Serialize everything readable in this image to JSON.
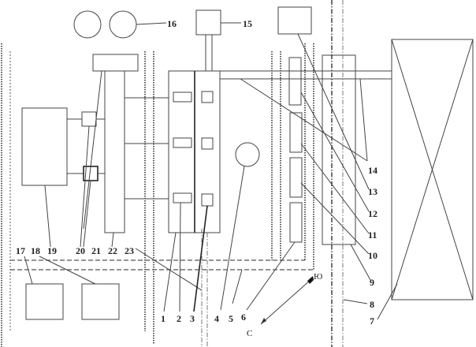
{
  "figure": {
    "type": "schematic plan diagram",
    "labels": {
      "l1": "1",
      "l2": "2",
      "l3": "3",
      "l4": "4",
      "l5": "5",
      "l6": "6",
      "l7": "7",
      "l8": "8",
      "l9": "9",
      "l10": "10",
      "l11": "11",
      "l12": "12",
      "l13": "13",
      "l14": "14",
      "l15": "15",
      "l16": "16",
      "l17": "17",
      "l18": "18",
      "l19": "19",
      "l20": "20",
      "l21": "21",
      "l22": "22",
      "l23": "23"
    },
    "direction": {
      "from": "Ю",
      "to": "С"
    }
  }
}
